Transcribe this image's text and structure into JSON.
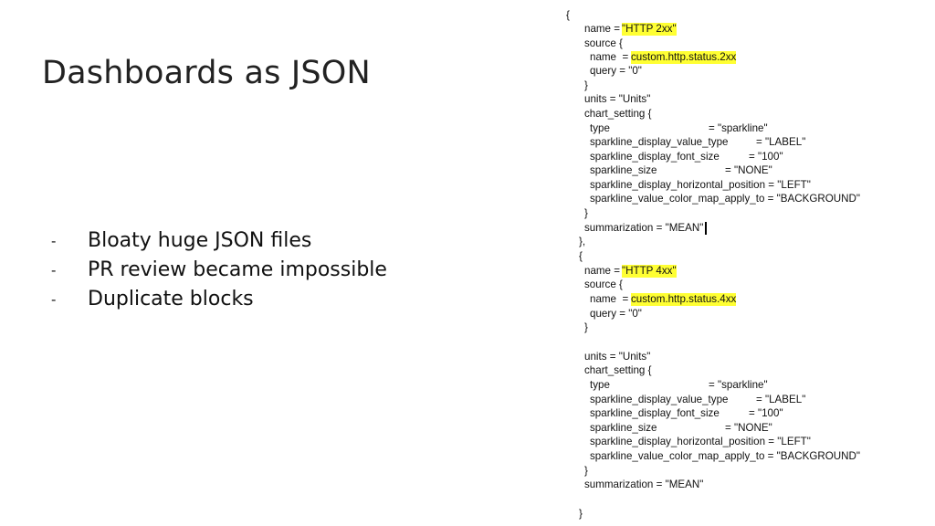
{
  "slide": {
    "title": "Dashboards as JSON",
    "bullets": [
      {
        "marker": "-",
        "text": "Bloaty huge JSON files"
      },
      {
        "marker": "-",
        "text": "PR review became impossible"
      },
      {
        "marker": "-",
        "text": "Duplicate blocks"
      }
    ]
  },
  "code": {
    "highlight_color": "#ffff33",
    "lines": {
      "open_brace": "{",
      "name_key_1": "name = ",
      "name_val_1": "\"HTTP 2xx\"",
      "source_open_1": "source {",
      "source_name_key_1": "name  = ",
      "source_name_val_1": "custom.http.status.2xx",
      "query_1": "query = \"0\"",
      "close_source_1": "}",
      "units_1": "units = \"Units\"",
      "chart_setting_1": "chart_setting {",
      "type_key_1": "type",
      "type_val_1": "= \"sparkline\"",
      "svt_key_1": "sparkline_display_value_type",
      "svt_val_1": "= \"LABEL\"",
      "sfs_key_1": "sparkline_display_font_size",
      "sfs_val_1": "= \"100\"",
      "ss_key_1": "sparkline_size",
      "ss_val_1": "= \"NONE\"",
      "shp_1": "sparkline_display_horizontal_position = \"LEFT\"",
      "scm_1": "sparkline_value_color_map_apply_to = \"BACKGROUND\"",
      "close_chart_1": "}",
      "summarization_1": "summarization = \"MEAN\"",
      "close_block_comma": "},",
      "open_brace_2": "{",
      "name_key_2": "name = ",
      "name_val_2": "\"HTTP 4xx\"",
      "source_open_2": "source {",
      "source_name_key_2": "name  = ",
      "source_name_val_2": "custom.http.status.4xx",
      "query_2": "query = \"0\"",
      "close_source_2": "}",
      "units_2": "units = \"Units\"",
      "chart_setting_2": "chart_setting {",
      "type_key_2": "type",
      "type_val_2": "= \"sparkline\"",
      "svt_key_2": "sparkline_display_value_type",
      "svt_val_2": "= \"LABEL\"",
      "sfs_key_2": "sparkline_display_font_size",
      "sfs_val_2": "= \"100\"",
      "ss_key_2": "sparkline_size",
      "ss_val_2": "= \"NONE\"",
      "shp_2": "sparkline_display_horizontal_position = \"LEFT\"",
      "scm_2": "sparkline_value_color_map_apply_to = \"BACKGROUND\"",
      "close_chart_2": "}",
      "summarization_2": "summarization = \"MEAN\"",
      "close_block_2": "}"
    }
  }
}
